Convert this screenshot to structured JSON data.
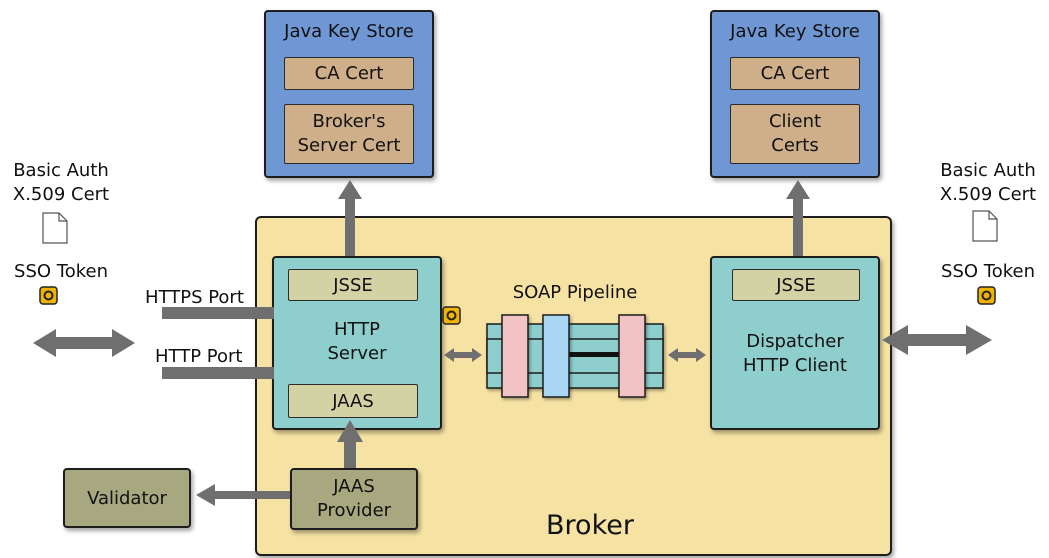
{
  "keystore_left": {
    "title": "Java Key Store",
    "ca_cert": "CA Cert",
    "server_cert": "Broker's\nServer Cert"
  },
  "keystore_right": {
    "title": "Java Key Store",
    "ca_cert": "CA Cert",
    "client_certs": "Client\nCerts"
  },
  "broker": {
    "label": "Broker"
  },
  "http_server": {
    "jsse": "JSSE",
    "label": "HTTP\nServer",
    "jaas": "JAAS"
  },
  "pipeline": {
    "label": "SOAP Pipeline"
  },
  "dispatcher": {
    "jsse": "JSSE",
    "label": "Dispatcher\nHTTP Client"
  },
  "jaas_provider": {
    "label": "JAAS\nProvider"
  },
  "validator": {
    "label": "Validator"
  },
  "ports": {
    "https": "HTTPS Port",
    "http": "HTTP Port"
  },
  "left_client": {
    "auth": "Basic Auth\nX.509 Cert",
    "token": "SSO Token"
  },
  "right_client": {
    "auth": "Basic Auth\nX.509 Cert",
    "token": "SSO Token"
  },
  "colors": {
    "keystore": "#6f97d4",
    "cert": "#cfae8a",
    "broker": "#f6e3a4",
    "server": "#8ecfce",
    "module": "#d2d2a5",
    "provider": "#a8a880",
    "arrow": "#6f6f6f",
    "filter_pink": "#f2c3c4",
    "filter_blue": "#a9d6f3"
  }
}
